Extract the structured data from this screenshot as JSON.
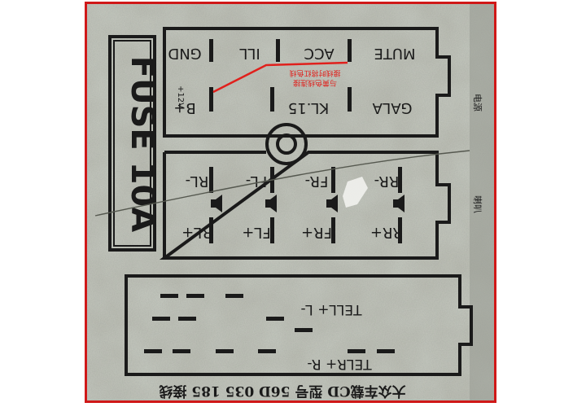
{
  "photo": {
    "subject": "Car radio rear connector pinout label (upside-down)",
    "frame_color": "#d01818",
    "sticker_color": "#c9cdc4",
    "print_color": "#1a1a1a",
    "annotation_color": "#e0201c"
  },
  "fuse_label": "FUSE 10A",
  "power_block": {
    "top_pins": [
      "GND",
      "ILL",
      "ACC",
      "MUTE"
    ],
    "bottom_pins": [
      "B+",
      "KL.15",
      "GALA"
    ],
    "voltage_note": "+12V",
    "side_label": "电源"
  },
  "speaker_block": {
    "top_pins": [
      "RL-",
      "FL-",
      "FR-",
      "RR-"
    ],
    "bottom_pins": [
      "RL+",
      "FL+",
      "FR+",
      "RR+"
    ],
    "side_label": "喇叭"
  },
  "lower_block": {
    "line1": "TELL+ L-",
    "line2": "TELR+ R-"
  },
  "annotation": {
    "line1": "接线时将红色线",
    "line2": "与黄色线连接"
  },
  "footer": "大众车载CD 型号 56D 035 185 接线"
}
